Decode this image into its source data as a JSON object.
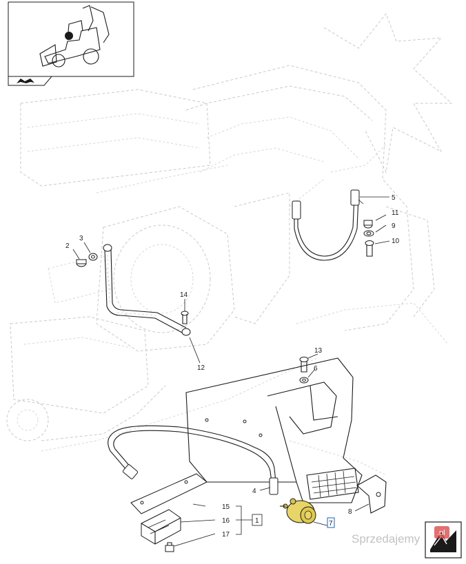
{
  "callouts": {
    "c1": "1",
    "c2": "2",
    "c3": "3",
    "c4": "4",
    "c5": "5",
    "c6": "6",
    "c7": "7",
    "c8": "8",
    "c9": "9",
    "c10": "10",
    "c11": "11",
    "c12": "12",
    "c13": "13",
    "c14": "14",
    "c15": "15",
    "c16": "16",
    "c17": "17"
  },
  "watermark": {
    "text": "Sprzedajemy",
    "badge": ".pl"
  },
  "colors": {
    "solenoid": "#e8d567",
    "highlight_box": "#3a7bd5",
    "badge_red": "#d92b2b"
  },
  "icons": {
    "nav": "book-arrow-icon",
    "logo": "brand-logo-icon"
  }
}
